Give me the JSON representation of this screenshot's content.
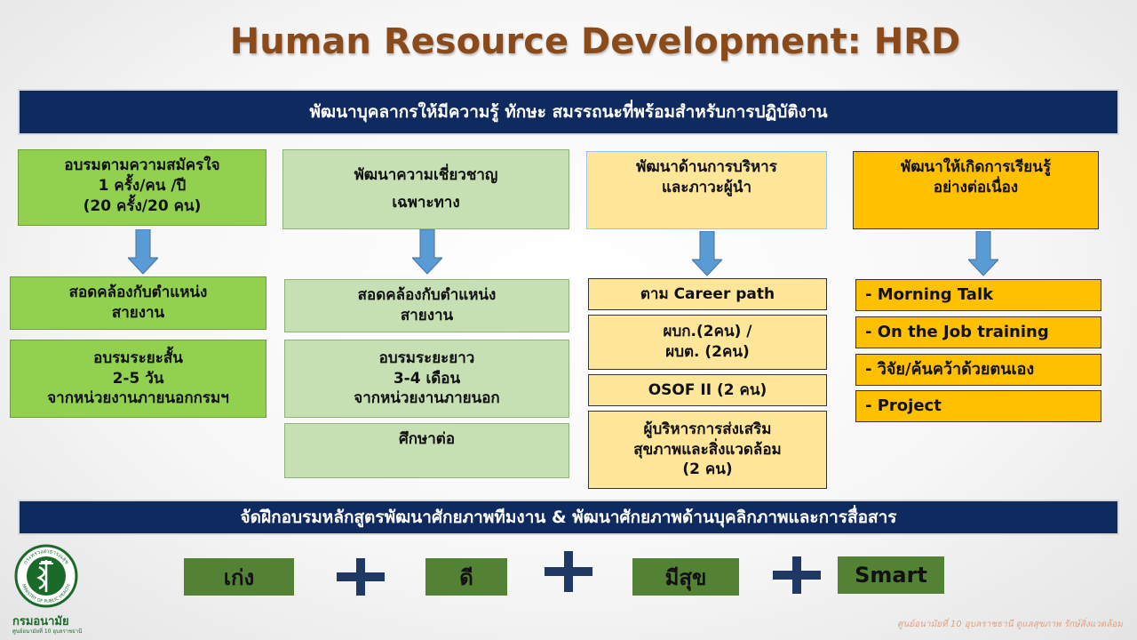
{
  "title": "Human Resource Development: HRD",
  "banner_top": "พัฒนาบุคลากรให้มีความรู้ ทักษะ สมรรถนะที่พร้อมสำหรับการปฏิบัติงาน",
  "banner_bottom": "จัดฝึกอบรมหลักสูตรพัฒนาศักยภาพทีมงาน  &  พัฒนาศักยภาพด้านบุคลิกภาพและการสื่อสาร",
  "columns": [
    {
      "header": "อบรมตามความสมัครใจ\n1 ครั้ง/คน /ปี\n(20 ครั้ง/20 คน)",
      "items": [
        "สอดคล้องกับตำแหน่ง\nสายงาน",
        "อบรมระยะสั้น\n2-5 วัน\nจากหน่วยงานภายนอกกรมฯ"
      ]
    },
    {
      "header": "พัฒนาความเชี่ยวชาญ\nเฉพาะทาง",
      "items": [
        "สอดคล้องกับตำแหน่ง\nสายงาน",
        "อบรมระยะยาว\n3-4 เดือน\nจากหน่วยงานภายนอก",
        "ศึกษาต่อ"
      ]
    },
    {
      "header": "พัฒนาด้านการบริหาร\nและภาวะผู้นำ",
      "items": [
        "ตาม Career  path",
        "ผบก.(2คน) /\nผบต. (2คน)",
        "OSOF II (2 คน)",
        "ผู้บริหารการส่งเสริม\nสุขภาพและสิ่งแวดล้อม\n(2 คน)"
      ]
    },
    {
      "header": "พัฒนาให้เกิดการเรียนรู้\nอย่างต่อเนื่อง",
      "items": [
        "- Morning Talk",
        "- On the Job training",
        "- วิจัย/ค้นคว้าด้วยตนเอง",
        "- Project"
      ]
    }
  ],
  "formula": [
    "เก่ง",
    "ดี",
    "มีสุข",
    "Smart"
  ],
  "logo": {
    "name": "กรมอนามัย",
    "sub": "ศูนย์อนามัยที่ 10 อุบลราชธานี",
    "ring_top": "กระทรวงสาธารณสุข",
    "ring_bottom": "MINISTRY OF PUBLIC HEALTH"
  },
  "footer": "ศูนย์อนามัยที่ 10 อุบลราชธานี ดูแลสุขภาพ รักษ์สิ่งแวดล้อม",
  "colors": {
    "navy": "#0e2a5e",
    "green": "#92d050",
    "light_green": "#c6e0b4",
    "light_yellow": "#ffe699",
    "orange": "#ffc000",
    "dark_green": "#548235",
    "arrow_blue": "#5b9bd5",
    "plus_navy": "#1f3864",
    "title_brown": "#8a4a1a"
  }
}
